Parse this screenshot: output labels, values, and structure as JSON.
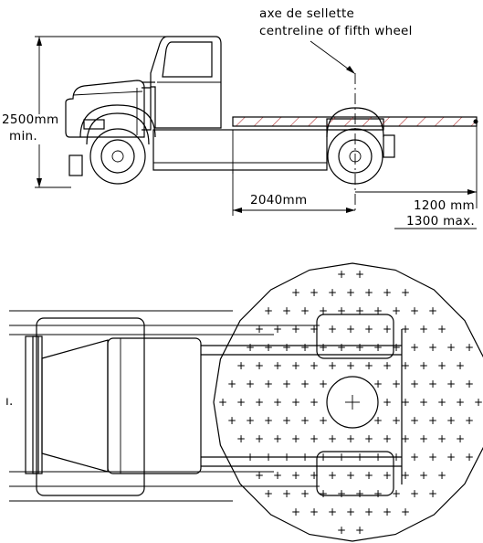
{
  "side_view": {
    "fifth_wheel_axis_fr": "axe de sellette",
    "fifth_wheel_axis_en": "centreline of fifth wheel",
    "height_value": "2500mm",
    "height_qualifier": "min.",
    "wheelbase_offset": "2040mm",
    "overhang_nominal": "1200 mm",
    "overhang_max": "1300 max."
  },
  "plan_view": {
    "edge_fragment": "ı."
  },
  "colors": {
    "line": "#000000",
    "frame_hatch": "#b03030",
    "background": "#ffffff"
  }
}
